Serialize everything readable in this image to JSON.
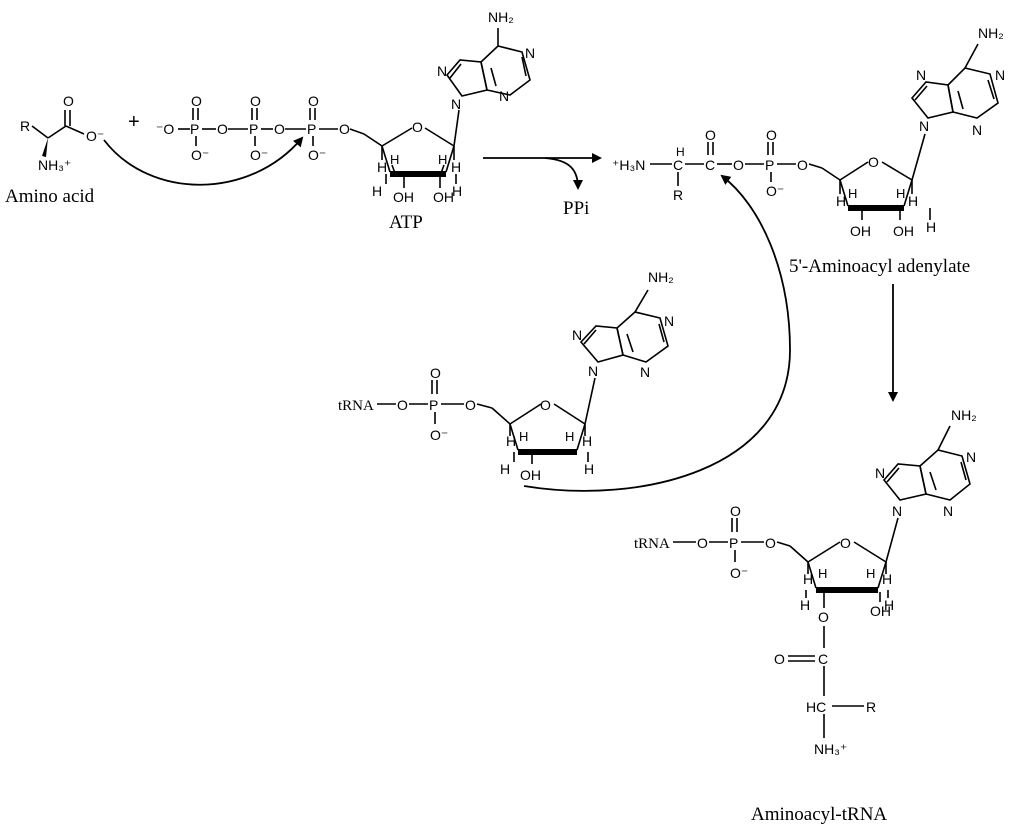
{
  "captions": {
    "amino_acid": "Amino acid",
    "atp": "ATP",
    "ppi": "PPi",
    "aminoacyl_adenylate": "5'-Aminoacyl adenylate",
    "aminoacyl_trna": "Aminoacyl-tRNA"
  },
  "symbols": {
    "plus": "+",
    "R": "R",
    "NH2": "NH₂",
    "NH3plus": "NH₃⁺",
    "plusH3N": "⁺H₃N",
    "H": "H",
    "O": "O",
    "Ominus": "O⁻",
    "minusO": "⁻O",
    "N": "N",
    "P": "P",
    "C": "C",
    "HC": "HC",
    "OH": "OH",
    "tRNA": "tRNA"
  }
}
